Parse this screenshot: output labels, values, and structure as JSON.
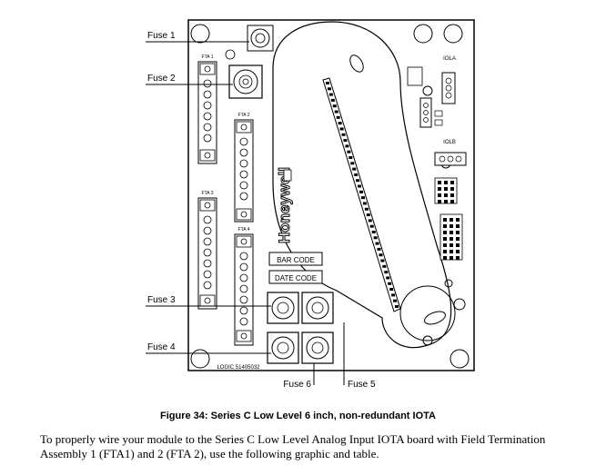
{
  "fuse_labels": {
    "fuse1": "Fuse 1",
    "fuse2": "Fuse 2",
    "fuse3": "Fuse 3",
    "fuse4": "Fuse 4",
    "fuse5": "Fuse 5",
    "fuse6": "Fuse 6"
  },
  "board_text": {
    "brand": "Honeywell",
    "bar_code": "BAR CODE",
    "date_code": "DATE CODE",
    "iola": "IOLA",
    "iolb": "IOLB",
    "logic": "LOGIC 51405032",
    "fta1": "FTA 1",
    "fta2": "FTA 2",
    "fta3": "FTA 3",
    "fta4": "FTA 4"
  },
  "caption": "Figure 34: Series C Low Level 6 inch, non-redundant IOTA",
  "body_text": "To properly wire your module to the Series C Low Level Analog Input IOTA board with Field Termination Assembly 1 (FTA1) and 2 (FTA 2), use the following graphic and table."
}
